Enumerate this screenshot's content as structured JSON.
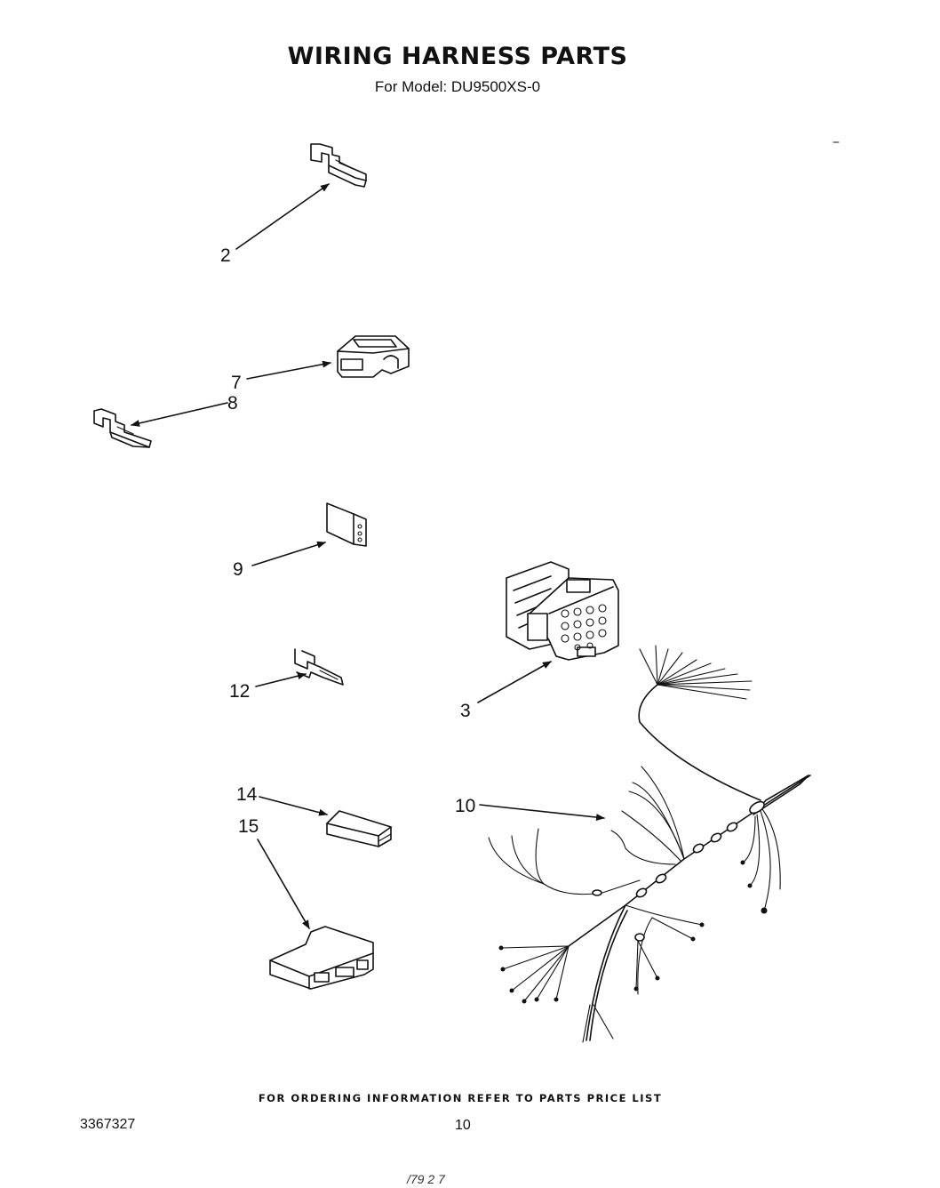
{
  "header": {
    "title": "WIRING HARNESS PARTS",
    "subtitle": "For Model: DU9500XS-0"
  },
  "callouts": [
    {
      "id": "2",
      "label": "2"
    },
    {
      "id": "7",
      "label": "7"
    },
    {
      "id": "8",
      "label": "8"
    },
    {
      "id": "9",
      "label": "9"
    },
    {
      "id": "12",
      "label": "12"
    },
    {
      "id": "3",
      "label": "3"
    },
    {
      "id": "14",
      "label": "14"
    },
    {
      "id": "15",
      "label": "15"
    },
    {
      "id": "10",
      "label": "10"
    }
  ],
  "footer": {
    "ordering_note": "FOR ORDERING INFORMATION REFER TO PARTS PRICE LIST",
    "doc_number": "3367327",
    "page_number": "10",
    "bottom_mark": "/79 2 7"
  }
}
